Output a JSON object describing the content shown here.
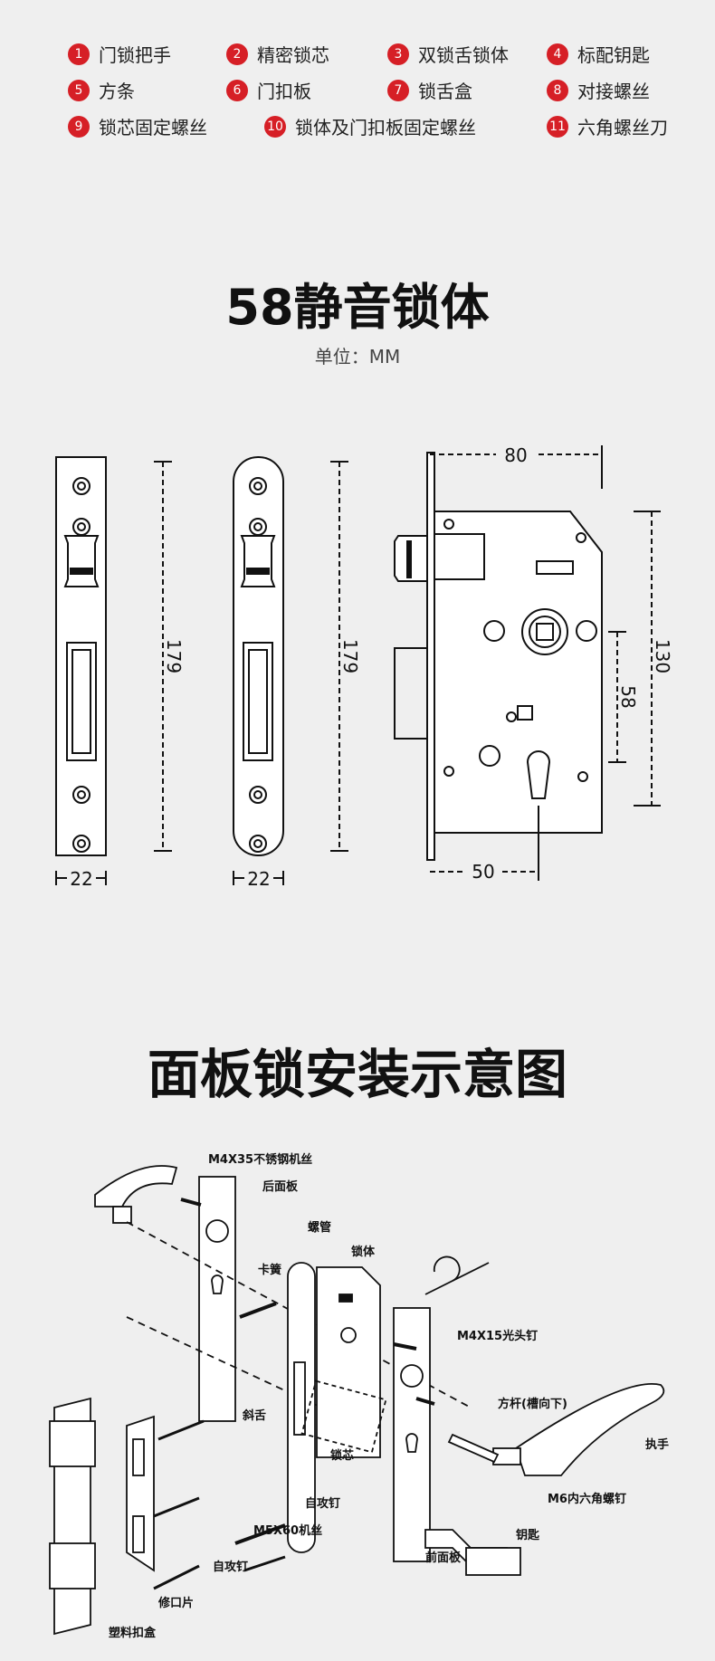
{
  "legend": [
    {
      "num": "1",
      "label": "门锁把手"
    },
    {
      "num": "2",
      "label": "精密锁芯"
    },
    {
      "num": "3",
      "label": "双锁舌锁体"
    },
    {
      "num": "4",
      "label": "标配钥匙"
    },
    {
      "num": "5",
      "label": "方条"
    },
    {
      "num": "6",
      "label": "门扣板"
    },
    {
      "num": "7",
      "label": "锁舌盒"
    },
    {
      "num": "8",
      "label": "对接螺丝"
    },
    {
      "num": "9",
      "label": "锁芯固定螺丝"
    },
    {
      "num": "10",
      "label": "锁体及门扣板固定螺丝"
    },
    {
      "num": "11",
      "label": "六角螺丝刀"
    }
  ],
  "section1": {
    "title": "58静音锁体",
    "unit": "单位：MM"
  },
  "dimensions": {
    "plate1_width": "22",
    "plate1_height": "179",
    "plate2_width": "22",
    "plate2_height": "179",
    "body_width": "80",
    "body_height": "130",
    "body_center": "58",
    "backset": "50"
  },
  "section2": {
    "title": "面板锁安装示意图"
  },
  "install_labels": {
    "screw_m4x35": "M4X35不锈钢机丝",
    "back_panel": "后面板",
    "tube": "螺管",
    "lock_body": "锁体",
    "clip": "卡簧",
    "screw_m4x15": "M4X15光头钉",
    "slanted_tongue": "斜舌",
    "square_bar": "方杆(槽向下)",
    "cylinder": "锁芯",
    "handle": "执手",
    "tap_screw1": "自攻钉",
    "m6_screw": "M6内六角螺钉",
    "m5x60": "M5X60机丝",
    "key": "钥匙",
    "front_panel": "前面板",
    "tap_screw2": "自攻钉",
    "trim_plate": "修口片",
    "plastic_box": "塑料扣盒"
  }
}
